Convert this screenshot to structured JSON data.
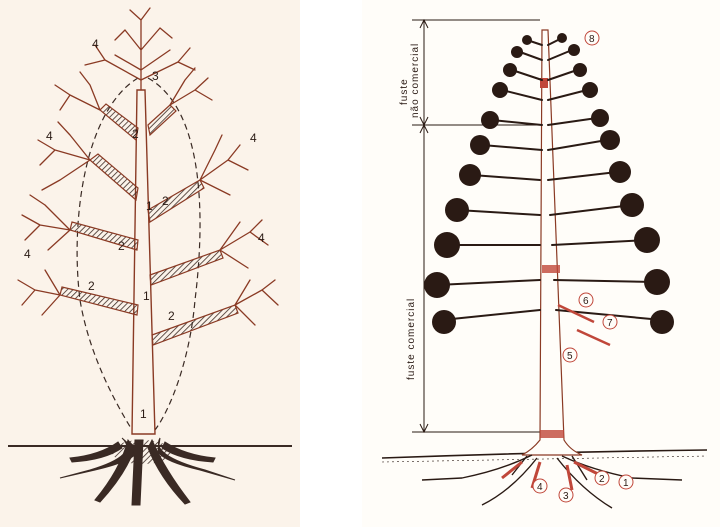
{
  "left_tree": {
    "labels": [
      "1",
      "1",
      "1",
      "2",
      "2",
      "2",
      "2",
      "2",
      "3",
      "4",
      "4",
      "4",
      "4",
      "4"
    ]
  },
  "right_tree": {
    "fuste_nao_comercial": "fuste\nnão comercial",
    "fuste_nao_comercial_line1": "fuste",
    "fuste_nao_comercial_line2": "não comercial",
    "fuste_comercial": "fuste   comercial",
    "circled_labels": [
      "1",
      "2",
      "3",
      "4",
      "5",
      "6",
      "7",
      "8"
    ]
  },
  "colors": {
    "ink": "#2a1a14",
    "branch_brown": "#8a3a24",
    "root_dark": "#3a2a24",
    "highlight_red": "#c0473a",
    "left_bg": "#fbf3ea"
  }
}
